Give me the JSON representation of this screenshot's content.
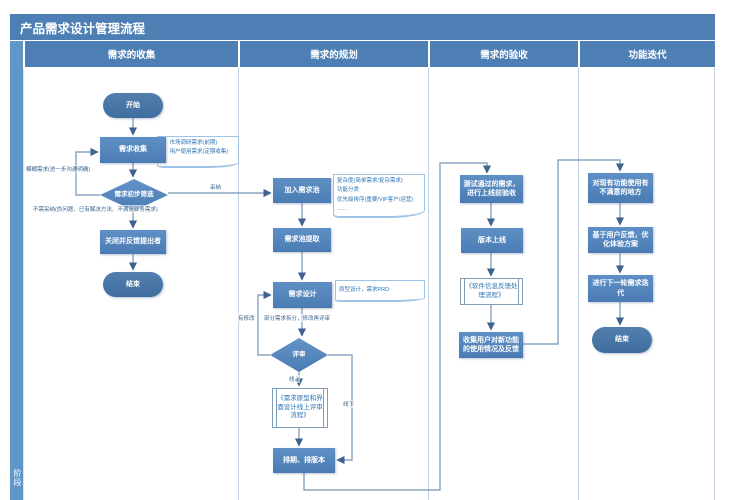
{
  "title": "产品需求设计管理流程",
  "phase_label": "阶段",
  "lanes": [
    "需求的收集",
    "需求的规划",
    "需求的验收",
    "功能迭代"
  ],
  "nodes": {
    "start1": "开始",
    "collect": "需求收集",
    "screen": "需求初步筛选",
    "close_feedback": "关闭并反馈提出者",
    "end1": "结束",
    "add_pool": "加入需求池",
    "pool_extract": "需求池提取",
    "design": "需求设计",
    "review": "评审",
    "online_review_process": "《需求原型和界面设计线上评审流程》",
    "schedule": "排期、排版本",
    "acceptance": "测试通过的需求，进行上线前验收",
    "release": "版本上线",
    "feedback_process": "《软件信息反馈处理流程》",
    "collect_usage": "收集用户对新功能的使用情况及反馈",
    "dissatisfy": "对现有功能使用有不满意的地方",
    "optimize": "基于用户反馈，优化体验方案",
    "next_iteration": "进行下一轮需求迭代",
    "end2": "结束"
  },
  "edge_labels": {
    "fuzzy": "模糊需求(进一步沟通明确)",
    "adopt": "采纳",
    "reject": "不需采纳(伪问题、已有解决方法、不满足业务需求)",
    "modified": "有修改",
    "split": "部分需求拆分，修改再评审",
    "online": "线上",
    "offline": "线下"
  },
  "notes": {
    "collect_note": [
      "1、市场调研需求(前期)",
      "2、用户使用需求(定期收集)"
    ],
    "pool_note": [
      "复杂度(简单需求/复杂需求)",
      "功能分类",
      "优先级排序(重要/VIP客户/运营)",
      "……"
    ],
    "design_note": "原型设计，需求PRD"
  },
  "colors": {
    "header_blue": "#4e7fb4",
    "shape_blue": "#4f81bd",
    "strip_blue": "#6096c8",
    "line_blue": "#7593b3",
    "note_text": "#2e74b5"
  }
}
